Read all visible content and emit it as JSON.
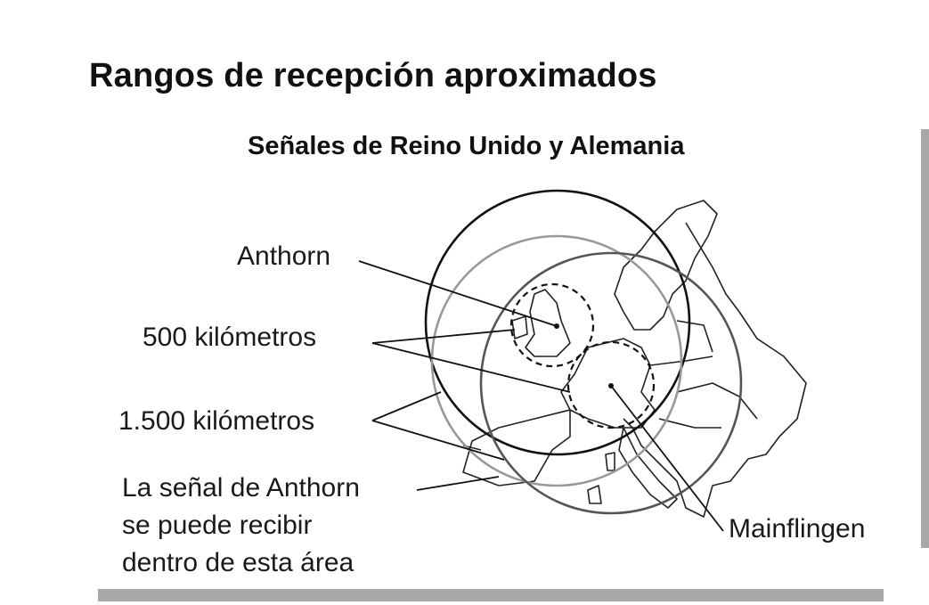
{
  "title": "Rangos de recepción aproximados",
  "subtitle": "Señales de Reino Unido y Alemania",
  "labels": {
    "anthorn": "Anthorn",
    "km500": "500 kilómetros",
    "km1500": "1.500 kilómetros",
    "area_line1": "La señal de Anthorn",
    "area_line2": "se puede recibir",
    "area_line3": "dentro de esta área",
    "mainflingen": "Mainflingen"
  }
}
